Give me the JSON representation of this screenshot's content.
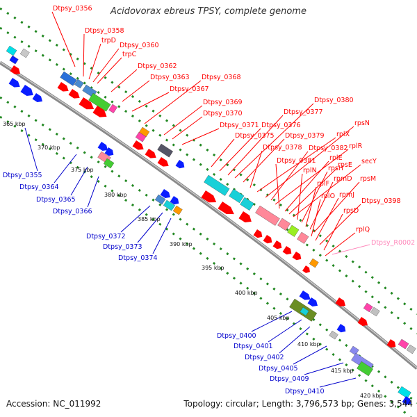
{
  "title": "Acidovorax ebreus TPSY, complete genome",
  "footer": {
    "accession": "Accession: NC_011992",
    "summary": "Topology: circular; Length: 3,796,573 bp; Genes: 3,544"
  },
  "colors": {
    "top_label": "#ff0000",
    "bottom_label": "#0000cc",
    "rna_label": "#ff88bb",
    "backbone": "#888888",
    "track_dots": "#228822"
  },
  "kbp_ticks": [
    "365 kbp",
    "370 kbp",
    "375 kbp",
    "380 kbp",
    "385 kbp",
    "390 kbp",
    "395 kbp",
    "400 kbp",
    "405 kbp",
    "410 kbp",
    "415 kbp",
    "420 kbp"
  ],
  "top_labels": [
    "Dtpsy_0356",
    "Dtpsy_0358",
    "trpD",
    "Dtpsy_0360",
    "trpC",
    "Dtpsy_0362",
    "Dtpsy_0363",
    "Dtpsy_0367",
    "Dtpsy_0368",
    "Dtpsy_0369",
    "Dtpsy_0370",
    "Dtpsy_0371",
    "Dtpsy_0375",
    "Dtpsy_0376",
    "Dtpsy_0377",
    "Dtpsy_0380",
    "Dtpsy_0379",
    "Dtpsy_0378",
    "rplX",
    "rpsN",
    "Dtpsy_0382",
    "rplR",
    "Dtpsy_0381",
    "rplE",
    "rpsE",
    "secY",
    "rplN",
    "rpsH",
    "rplF",
    "rpmD",
    "rpsM",
    "rplO",
    "rpmJ",
    "Dtpsy_0398",
    "rpsD",
    "rplQ"
  ],
  "rna_label": "Dtpsy_R0002",
  "bottom_labels": [
    "Dtpsy_0355",
    "Dtpsy_0364",
    "Dtpsy_0365",
    "Dtpsy_0366",
    "Dtpsy_0372",
    "Dtpsy_0373",
    "Dtpsy_0374",
    "Dtpsy_0400",
    "Dtpsy_0401",
    "Dtpsy_0402",
    "Dtpsy_0405",
    "Dtpsy_0409",
    "Dtpsy_0410"
  ]
}
